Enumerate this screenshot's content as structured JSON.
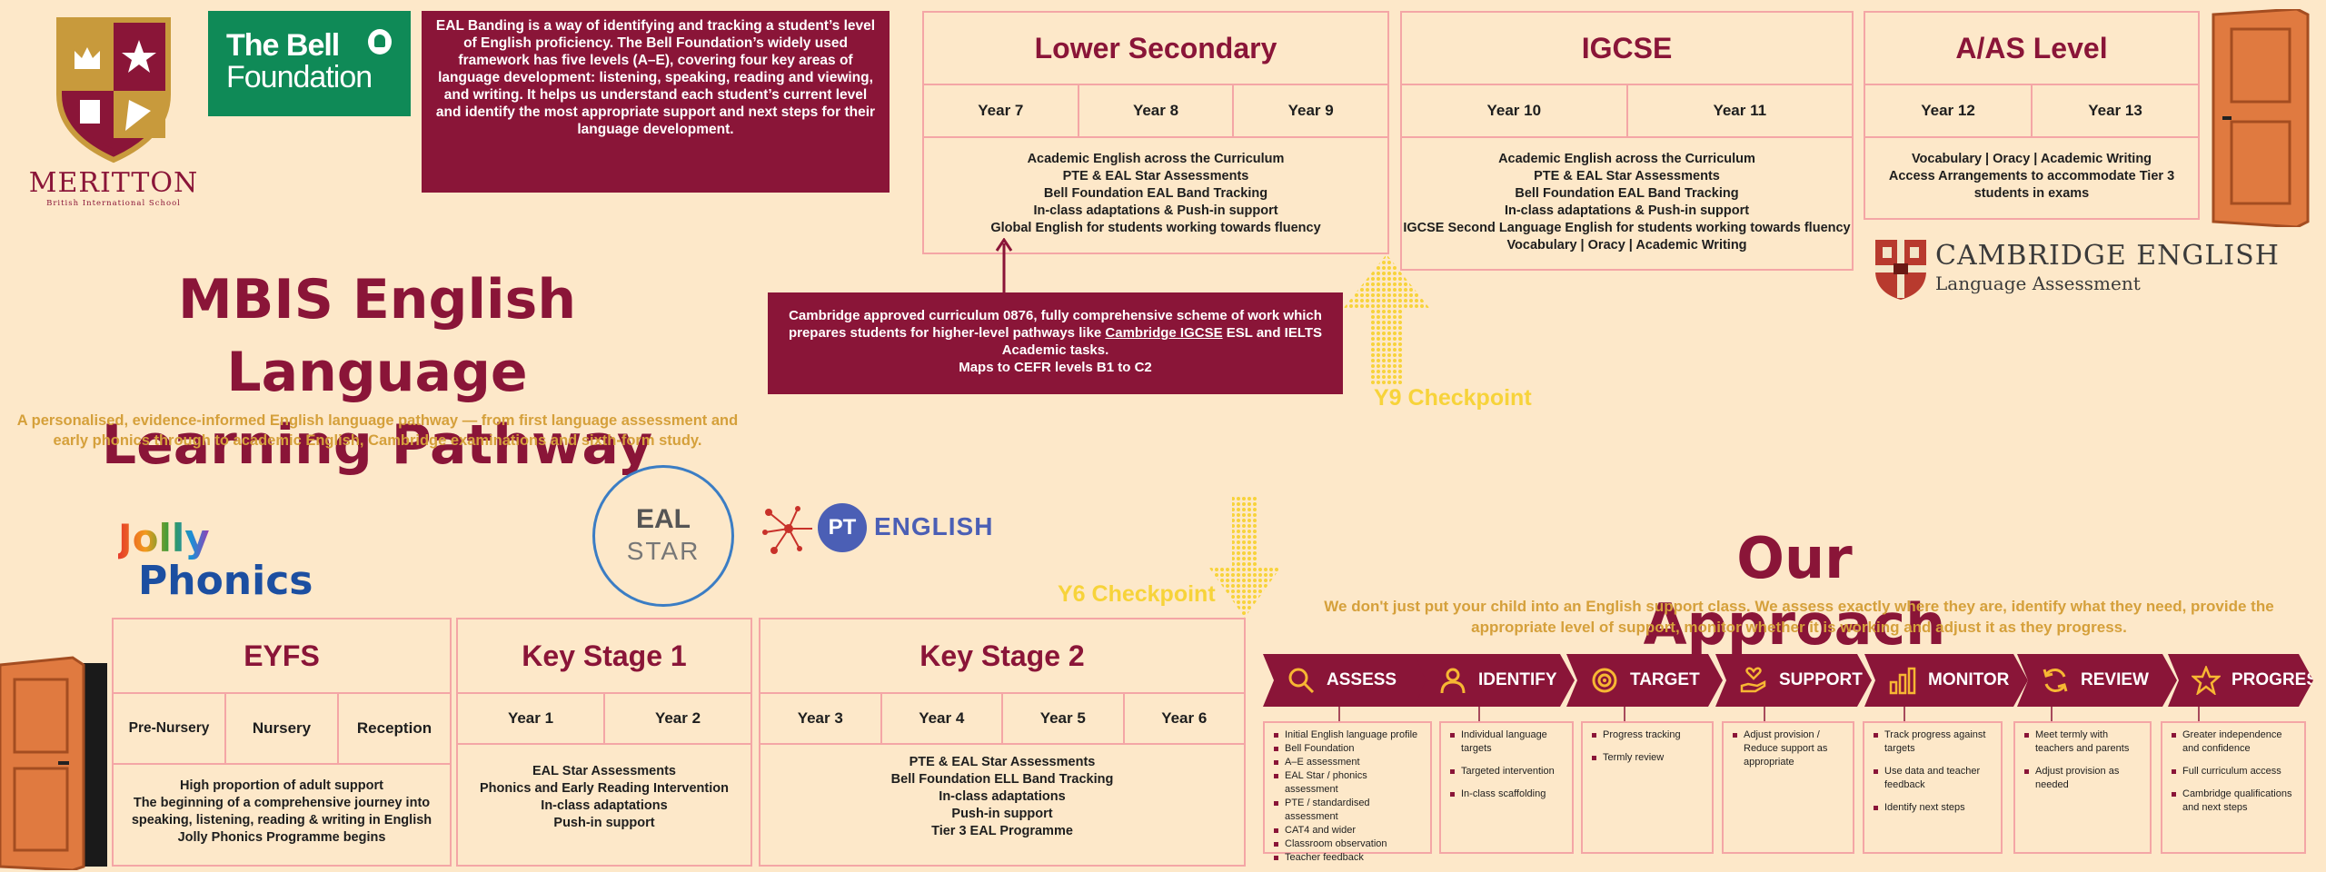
{
  "school": {
    "name": "MERITTON",
    "tagline": "British International School"
  },
  "bell_foundation": {
    "line1": "The Bell",
    "line2": "Foundation"
  },
  "eal_info": "EAL Banding is a way of identifying and tracking a student’s level of English proficiency. The Bell Foundation’s widely used framework has five levels (A–E), covering four key areas of language development: listening, speaking, reading and viewing, and writing. It helps us understand each student’s current level and identify the most appropriate support and next steps for their language development.",
  "title": {
    "line1": "MBIS English Language",
    "line2": "Learning Pathway",
    "subtitle": "A personalised, evidence-informed English language pathway — from first language assessment and early phonics through to academic English, Cambridge examinations and sixth-form study."
  },
  "lower_secondary": {
    "title": "Lower Secondary",
    "years": [
      "Year 7",
      "Year 8",
      "Year 9"
    ],
    "items": [
      "Academic English across the Curriculum",
      "PTE &  EAL Star Assessments",
      "Bell Foundation EAL Band Tracking",
      "In-class adaptations & Push-in support",
      "Global English for students working towards fluency"
    ]
  },
  "igcse": {
    "title": "IGCSE",
    "years": [
      "Year 10",
      "Year 11"
    ],
    "items": [
      "Academic English across the Curriculum",
      "PTE & EAL Star Assessments",
      "Bell Foundation EAL Band Tracking",
      "In-class adaptations & Push-in support",
      "IGCSE Second Language English for students working towards fluency",
      "Vocabulary | Oracy | Academic Writing"
    ]
  },
  "a_level": {
    "title": "A/AS Level",
    "years": [
      "Year 12",
      "Year 13"
    ],
    "items": [
      "Vocabulary | Oracy | Academic Writing",
      "Access Arrangements to accommodate Tier 3 students in exams"
    ]
  },
  "curriculum": {
    "text_before": "Cambridge approved curriculum 0876, fully comprehensive scheme of work  which prepares students for higher-level pathways like ",
    "link": "Cambridge IGCSE",
    "text_after": " ESL and IELTS Academic tasks.",
    "line2": "Maps to CEFR levels B1 to C2"
  },
  "checkpoints": {
    "y9": "Y9 Checkpoint",
    "y6": "Y6 Checkpoint"
  },
  "cambridge": {
    "line1": "CAMBRIDGE ENGLISH",
    "line2": "Language Assessment"
  },
  "jolly_phonics": {
    "line1": "Jolly",
    "line2": "Phonics"
  },
  "eal_star": {
    "line1": "EAL",
    "line2": "STAR"
  },
  "pte": {
    "badge": "PT",
    "word": "ENGLISH"
  },
  "eyfs": {
    "title": "EYFS",
    "years": [
      "Pre-Nursery",
      "Nursery",
      "Reception"
    ],
    "items": [
      "High proportion of adult support",
      "The beginning of a comprehensive journey into speaking, listening, reading & writing in English",
      "Jolly Phonics Programme begins"
    ]
  },
  "ks1": {
    "title": "Key Stage 1",
    "years": [
      "Year 1",
      "Year 2"
    ],
    "items": [
      "EAL Star Assessments",
      "Phonics and Early Reading Intervention",
      "In-class adaptations",
      "Push-in support"
    ]
  },
  "ks2": {
    "title": "Key Stage 2",
    "years": [
      "Year 3",
      "Year 4",
      "Year 5",
      "Year 6"
    ],
    "items": [
      "PTE & EAL Star Assessments",
      "Bell Foundation ELL Band Tracking",
      "In-class adaptations",
      "Push-in support",
      "Tier 3 EAL Programme"
    ]
  },
  "approach": {
    "title": "Our Approach",
    "subtitle": "We don't just put your child into an English support class. We assess exactly where they are, identify what they need, provide the appropriate level of support, monitor whether it is working and adjust it as they progress.",
    "steps": [
      {
        "label": "ASSESS",
        "icon": "search-icon",
        "items": [
          "Initial English language profile",
          "Bell Foundation",
          "A–E assessment",
          "EAL Star / phonics assessment",
          "PTE / standardised assessment",
          "CAT4 and wider",
          "Classroom observation",
          "Teacher feedback"
        ]
      },
      {
        "label": "IDENTIFY",
        "icon": "person-icon",
        "items": [
          "Individual language targets",
          "Targeted intervention",
          "In-class scaffolding"
        ]
      },
      {
        "label": "TARGET",
        "icon": "target-icon",
        "items": [
          "Progress tracking",
          "Termly review"
        ]
      },
      {
        "label": "SUPPORT",
        "icon": "hand-heart-icon",
        "items": [
          "Adjust provision / Reduce support as appropriate"
        ]
      },
      {
        "label": "MONITOR",
        "icon": "bar-chart-icon",
        "items": [
          "Track progress against targets",
          "Use data and teacher feedback",
          "Identify next steps"
        ]
      },
      {
        "label": "REVIEW",
        "icon": "refresh-icon",
        "items": [
          "Meet termly with teachers and parents",
          "Adjust provision as needed"
        ]
      },
      {
        "label": "PROGRESS",
        "icon": "star-icon",
        "items": [
          "Greater independence and confidence",
          "Full curriculum access",
          "Cambridge qualifications and next steps"
        ]
      }
    ]
  },
  "colors": {
    "background": "#fde8c9",
    "maroon": "#8a1538",
    "gold": "#d5a03b",
    "yellow": "#f7d33a",
    "pink_border": "#f4a6a6",
    "bell_green": "#0f8a57",
    "door": "#e07a40"
  }
}
